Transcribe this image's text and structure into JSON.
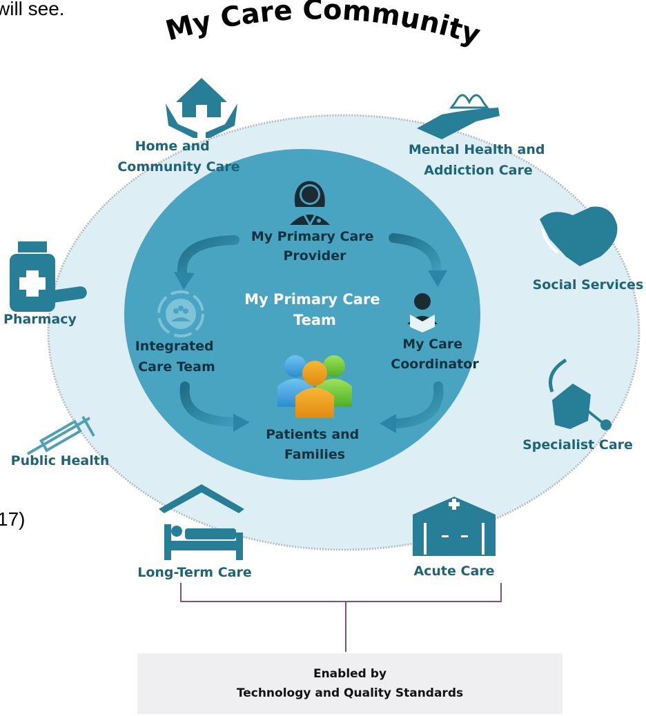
{
  "top_left_fragment": "will see.",
  "left_fragment": "17)",
  "arc_title": "My Care Community",
  "center_title": [
    "My Primary Care",
    "Team"
  ],
  "inner_nodes": {
    "provider": [
      "My Primary Care",
      "Provider"
    ],
    "coordinator": [
      "My Care",
      "Coordinator"
    ],
    "patients": [
      "Patients and",
      "Families"
    ],
    "integrated": [
      "Integrated",
      "Care Team"
    ]
  },
  "outer_nodes": {
    "home": [
      "Home and",
      "Community Care"
    ],
    "mental": [
      "Mental Health and",
      "Addiction Care"
    ],
    "social": "Social Services",
    "pharmacy": "Pharmacy",
    "specialist": "Specialist Care",
    "public_health": "Public Health",
    "long_term": "Long-Term Care",
    "acute": "Acute Care"
  },
  "enabled_by": [
    "Enabled by",
    "Technology and Quality Standards"
  ],
  "colors": {
    "outer_ring": "#ddeef4",
    "inner_circle": "#49a4c1",
    "icon_teal": "#267f97",
    "label_teal": "#1d6478",
    "bracket_purple": "#7b4d93"
  }
}
